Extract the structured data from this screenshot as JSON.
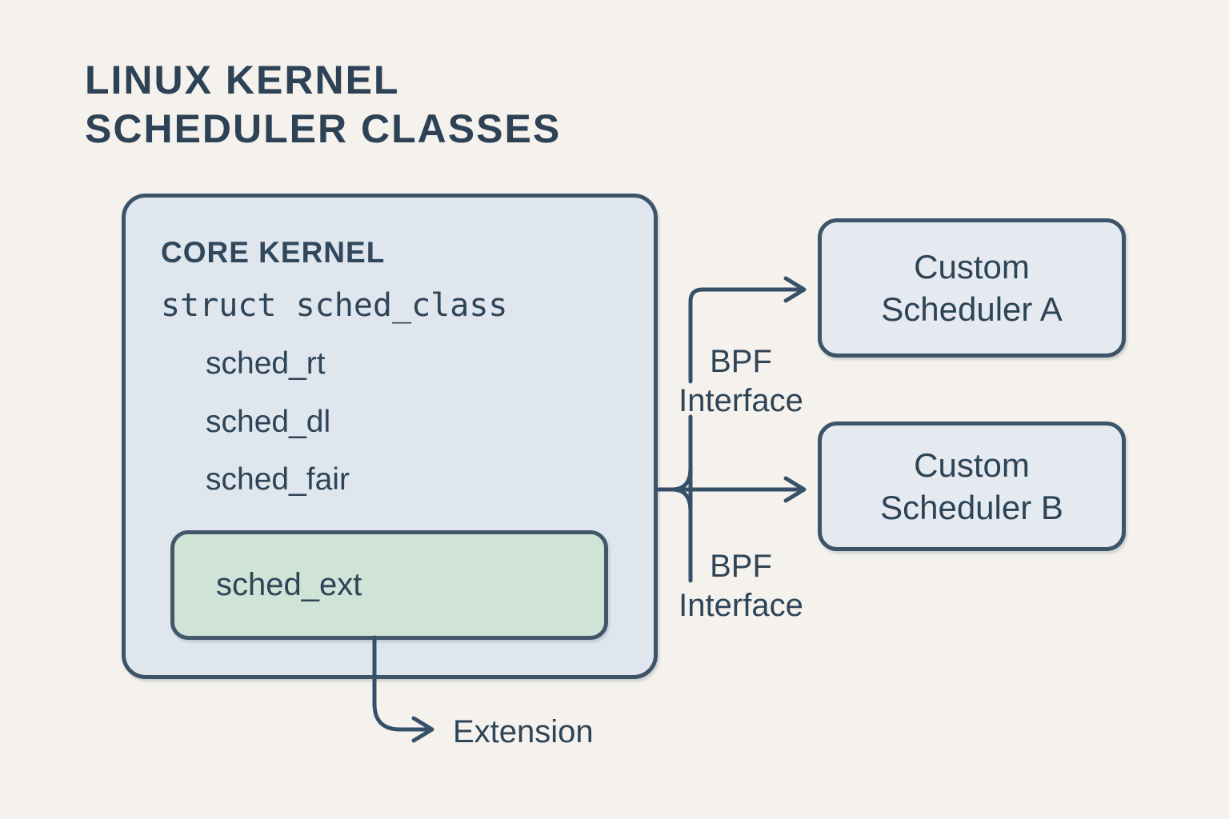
{
  "title": {
    "lines": [
      "LINUX KERNEL",
      "SCHEDULER CLASSES"
    ]
  },
  "core_kernel": {
    "heading": "CORE KERNEL",
    "struct_line": "struct sched_class",
    "classes": [
      "sched_rt",
      "sched_dl",
      "sched_fair"
    ],
    "extension_class": "sched_ext"
  },
  "schedulers": [
    {
      "lines": [
        "Custom",
        "Scheduler A"
      ]
    },
    {
      "lines": [
        "Custom",
        "Scheduler B"
      ]
    }
  ],
  "labels": {
    "bpf_top": [
      "BPF",
      "Interface"
    ],
    "bpf_bottom": [
      "BPF",
      "Interface"
    ],
    "extension": "Extension"
  },
  "colors": {
    "background": "#f5f2ee",
    "core_panel_fill": "#dfe6ed",
    "scheduler_panel_fill": "#e5eaf0",
    "extension_highlight_fill": "#cfe3d6",
    "border_line": "#3d5468",
    "connector_line": "#36506a",
    "text": "#2e4458"
  }
}
